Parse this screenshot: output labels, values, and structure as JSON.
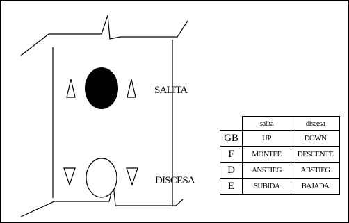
{
  "labels": {
    "up": "SALITA",
    "down": "DISCESA"
  },
  "table": {
    "headers": [
      "salita",
      "discesa"
    ],
    "rows": [
      {
        "code": "GB",
        "up": "UP",
        "down": "DOWN"
      },
      {
        "code": "F",
        "up": "MONTEE",
        "down": "DESCENTE"
      },
      {
        "code": "D",
        "up": "ANSTIEG",
        "down": "ABSTIEG"
      },
      {
        "code": "E",
        "up": "SUBIDA",
        "down": "BAJADA"
      }
    ]
  },
  "indicators": {
    "up_lamp_state": "on",
    "down_lamp_state": "off"
  },
  "colors": {
    "ink": "#000000",
    "background": "#ffffff"
  }
}
